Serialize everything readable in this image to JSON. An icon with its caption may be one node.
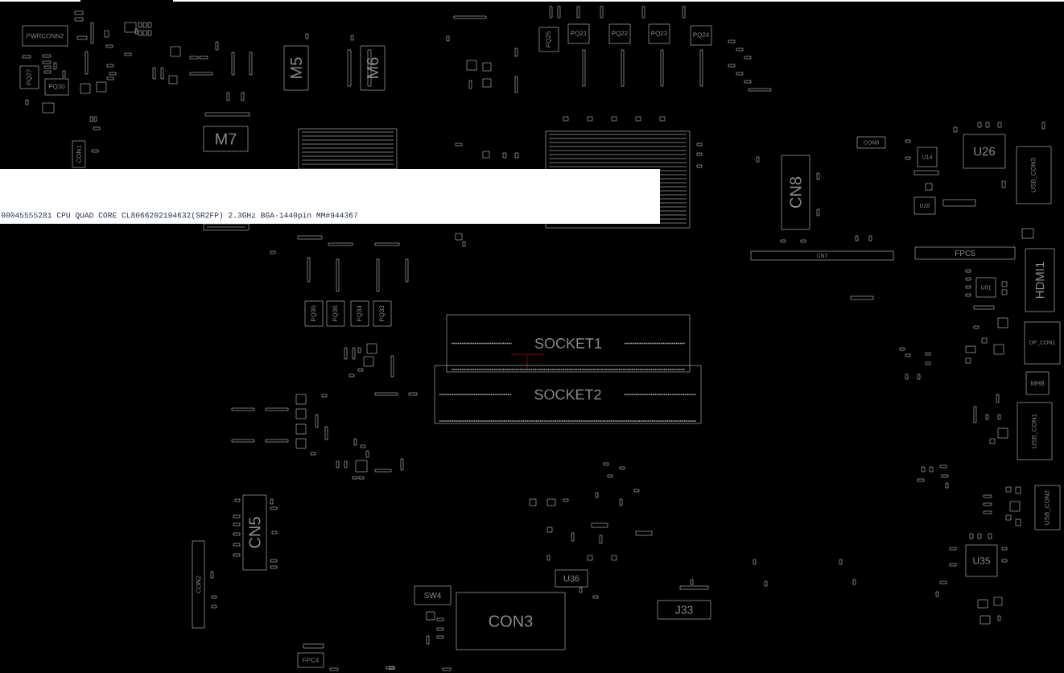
{
  "diagram": {
    "nodes": [
      {
        "text": [
          "PWRCONN2"
        ]
      },
      {
        "text": [
          "PQ27"
        ]
      },
      {
        "text": [
          "PQ30"
        ]
      },
      {
        "text": [
          "M7"
        ]
      },
      {
        "text": [
          "M5"
        ]
      },
      {
        "text": [
          "M6"
        ]
      },
      {
        "text": [
          "CON1"
        ]
      },
      {
        "text": [
          "PQ25"
        ]
      },
      {
        "text": [
          "PQ21"
        ]
      },
      {
        "text": [
          "PQ22"
        ]
      },
      {
        "text": [
          "PQ23"
        ]
      },
      {
        "text": [
          "PQ24"
        ]
      },
      {
        "text": [
          "CON8"
        ]
      },
      {
        "text": [
          "CN8"
        ]
      },
      {
        "text": [
          "CN7"
        ]
      },
      {
        "text": [
          "U14"
        ]
      },
      {
        "text": [
          "U26"
        ]
      },
      {
        "text": [
          "USB_CON3"
        ]
      },
      {
        "text": [
          "U28"
        ]
      },
      {
        "text": [
          "FPC5"
        ]
      },
      {
        "text": [
          "HDMI1"
        ]
      },
      {
        "text": [
          "U81"
        ]
      },
      {
        "text": [
          "DP_CON1"
        ]
      },
      {
        "text": [
          "MH8"
        ]
      },
      {
        "text": [
          "USB_CON1"
        ]
      },
      {
        "text": [
          "USB_CON2"
        ]
      },
      {
        "text": [
          "U35"
        ]
      },
      {
        "text": [
          "PQ35"
        ]
      },
      {
        "text": [
          "PQ36"
        ]
      },
      {
        "text": [
          "PQ34"
        ]
      },
      {
        "text": [
          "PQ33"
        ]
      },
      {
        "text": [
          "SOCKET1"
        ]
      },
      {
        "text": [
          "SOCKET2"
        ]
      },
      {
        "text": [
          "CN5"
        ]
      },
      {
        "text": [
          "CON2"
        ]
      },
      {
        "text": [
          "SW4"
        ]
      },
      {
        "text": [
          "CON3"
        ]
      },
      {
        "text": [
          "U36"
        ]
      },
      {
        "text": [
          "J33"
        ]
      },
      {
        "text": [
          "FPC4"
        ]
      },
      {
        "text": [
          "00045555281 CPU QUAD CORE CL8066202194632(SR2FP) 2.3GHz BGA-1440pin MM#944367"
        ]
      }
    ]
  }
}
